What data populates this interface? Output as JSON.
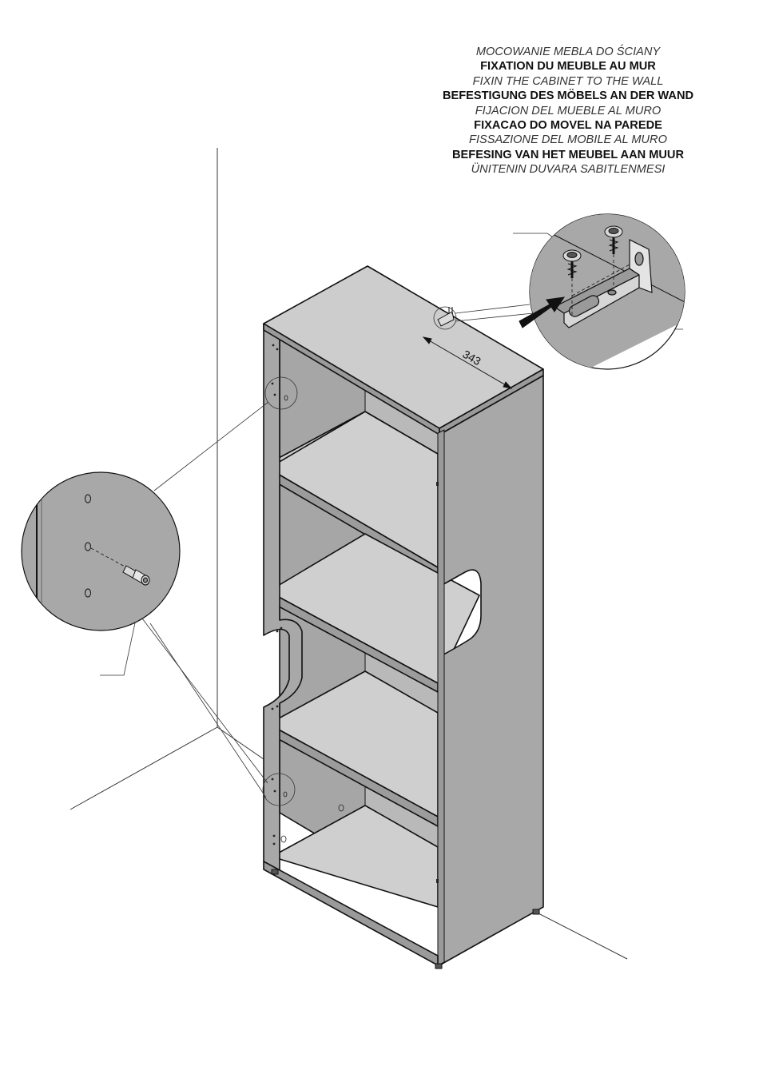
{
  "title_lines": [
    {
      "text": "MOCOWANIE MEBLA DO ŚCIANY",
      "style": "italic"
    },
    {
      "text": "FIXATION DU MEUBLE AU MUR",
      "style": "bold"
    },
    {
      "text": "FIXIN THE CABINET TO THE WALL",
      "style": "italic"
    },
    {
      "text": "BEFESTIGUNG DES MÖBELS AN DER WAND",
      "style": "bold"
    },
    {
      "text": "FIJACION DEL MUEBLE AL MURO",
      "style": "italic"
    },
    {
      "text": "FIXACAO DO MOVEL NA PAREDE",
      "style": "bold"
    },
    {
      "text": "FISSAZIONE DEL MOBILE AL MURO",
      "style": "italic"
    },
    {
      "text": "BEFESING VAN HET MEUBEL AAN MUUR",
      "style": "bold"
    },
    {
      "text": "ÜNITENIN DUVARA SABITLENMESI",
      "style": "italic"
    }
  ],
  "dimension": {
    "value": "343"
  },
  "colors": {
    "panel": "#a8a8a8",
    "shelf": "#cdcdcd",
    "panel_dark": "#9a9a9a",
    "line": "#111111",
    "arrow": "#111111"
  }
}
